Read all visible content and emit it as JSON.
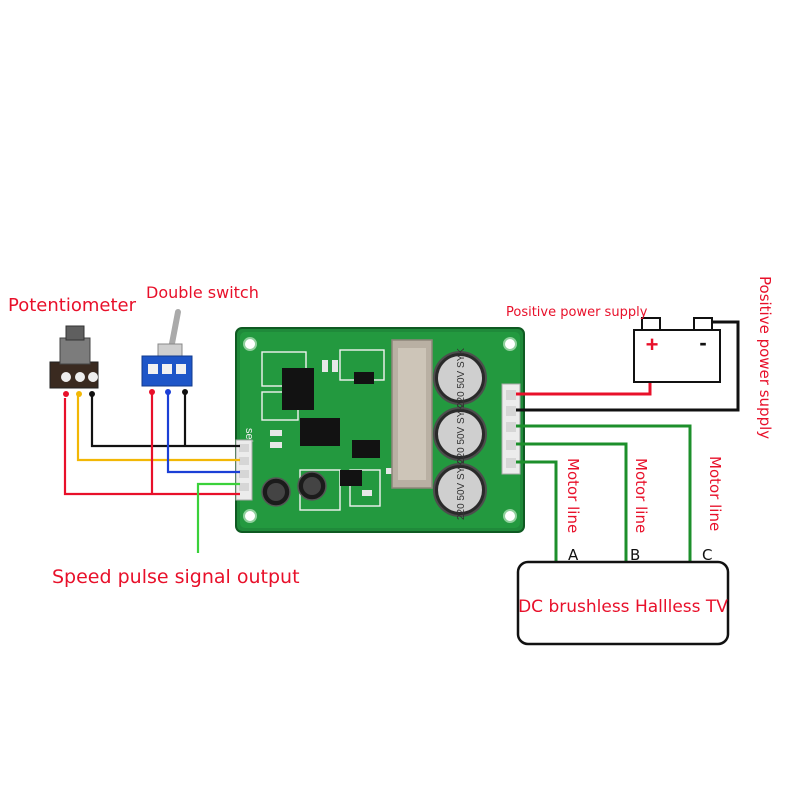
{
  "labels": {
    "potentiometer": "Potentiometer",
    "double_switch": "Double switch",
    "speed_pulse": "Speed pulse signal output",
    "positive_supply_top": "Positive power supply",
    "positive_supply_side": "Positive power supply",
    "motor_line_1": "Motor line",
    "motor_line_2": "Motor line",
    "motor_line_3": "Motor line",
    "phase_a": "A",
    "phase_b": "B",
    "phase_c": "C",
    "motor_box": "DC brushless Hallless TV",
    "battery_plus": "+",
    "battery_minus": "-"
  },
  "board": {
    "silk_set": "set",
    "cap_1": "220 50V SYK",
    "cap_2": "220 50V SYK",
    "cap_3": "220 50V SYK"
  },
  "colors": {
    "red": "#e8102a",
    "yellow": "#f2b705",
    "blue": "#1b3fd6",
    "green": "#1c8f2b",
    "signal_green": "#3ad13a",
    "black": "#111111",
    "pcb": "#1f8a3a"
  }
}
